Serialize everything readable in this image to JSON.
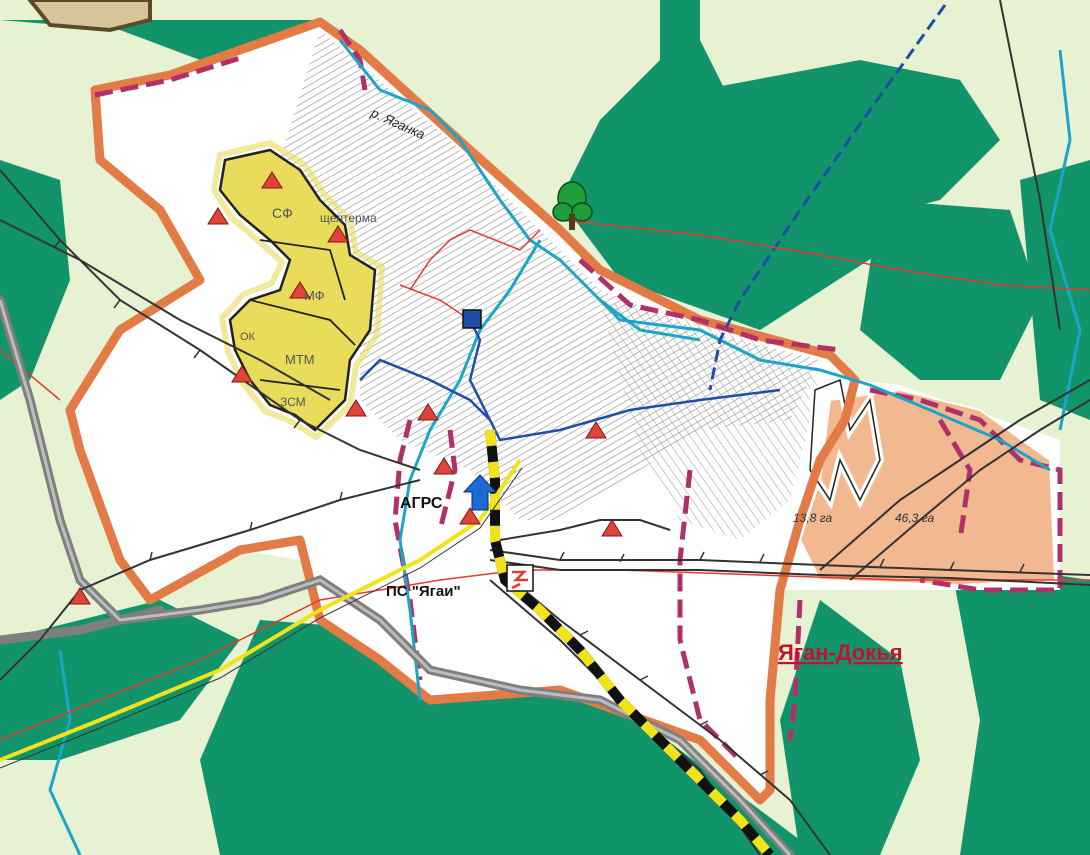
{
  "labels": {
    "river": "р. Яганка",
    "sf": "СФ",
    "shelter": "щелтерма",
    "mf": "МФ",
    "mtm": "МТМ",
    "ok": "ОК",
    "zsm": "ЗСМ",
    "agrs": "АГРС",
    "ps": "ПС \"Ягаи\"",
    "area1": "13,8 га",
    "area2": "46,3 га",
    "village": "Яган-Докья"
  },
  "colors": {
    "forest": "#12946a",
    "meadow": "#e6f2d2",
    "settlement": "#ffffff",
    "boundary": "#e27b45",
    "industrial": "#e8dc5a",
    "reserve": "#f2b890",
    "water": "#1aa6c8",
    "road": "#7f7f7f",
    "gas_line": "#e8382f",
    "highlight": "#b0316a",
    "label_accent": "#c8102e"
  },
  "icons": [
    "tree-icon",
    "substation-icon",
    "gas-station-marker-icon",
    "triangle-marker-icon",
    "pump-square-icon"
  ]
}
